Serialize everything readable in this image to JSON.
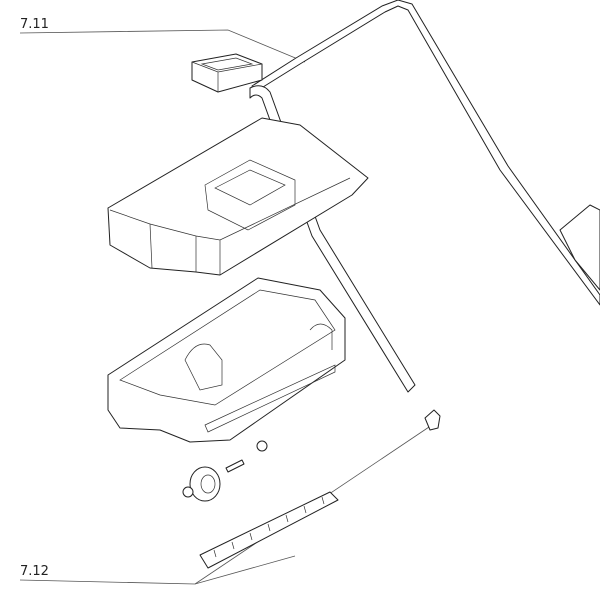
{
  "labels": [
    {
      "id": "callout-7-11",
      "text": "7.11"
    },
    {
      "id": "callout-7-12",
      "text": "7.12"
    }
  ]
}
